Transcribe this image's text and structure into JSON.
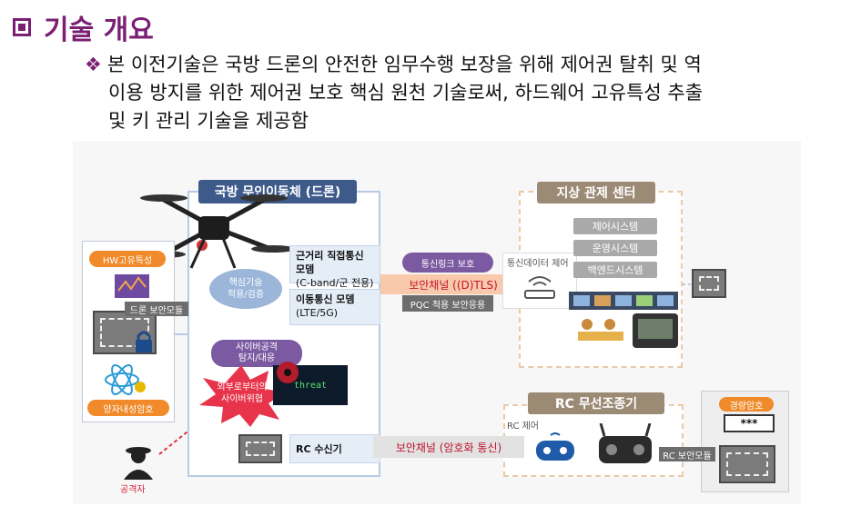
{
  "heading": {
    "title": "기술 개요"
  },
  "description": {
    "line1": "본 이전기술은 국방 드론의 안전한 임무수행 보장을 위해 제어권 탈취 및 역",
    "line2": "이용 방지를 위한 제어권 보호 핵심 원천 기술로써, 하드웨어 고유특성 추출",
    "line3": "및 키 관리 기술을 제공함"
  },
  "diagram": {
    "drone_header": "국방 무인이동체 (드론)",
    "ground_header": "지상 관제 센터",
    "rc_header": "RC 무선조종기",
    "module_short_range": {
      "line1": "근거리 직접통신 모뎀",
      "line2": "(C-band/군 전용)"
    },
    "module_mobile": {
      "line1": "이동통신 모뎀",
      "line2": "(LTE/5G)"
    },
    "rc_receiver": "RC 수신기",
    "link_protect": "통신링크 보호",
    "secure_channel_dtls": "보안채널 ((D)TLS)",
    "pqc": "PQC 적용 보안응용",
    "comm_data_control": "통신데이터 제어",
    "systems": [
      "제어시스템",
      "운영시스템",
      "백엔드시스템"
    ],
    "core_tech": {
      "line1": "핵심기술",
      "line2": "적용/검증"
    },
    "cyber_attack": {
      "line1": "사이버공격",
      "line2": "탐지/대응"
    },
    "external_threat": {
      "line1": "외부로부터의",
      "line2": "사이버위협"
    },
    "threat_word": "threat",
    "hw_unique": "HW고유특성",
    "drone_security_module": "드론 보안모듈",
    "quantum_crypto": "양자내성암호",
    "secure_channel_rc": "보안채널 (암호화 통신)",
    "rc_control": "RC 제어",
    "lightweight_crypto": "경량암호",
    "password_mask": "***",
    "rc_security_module": "RC 보안모듈",
    "attacker": "공격자"
  }
}
